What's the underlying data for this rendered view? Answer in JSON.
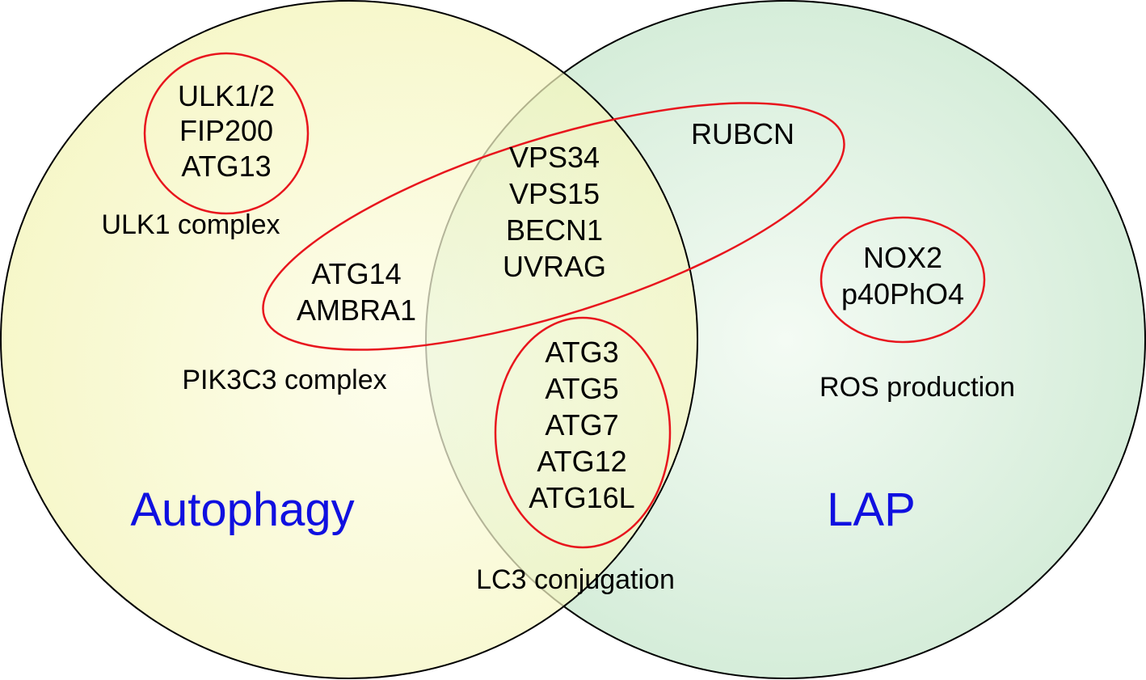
{
  "colors": {
    "autophagy_fill": "#f3f4b4",
    "lap_fill": "#cfead4",
    "circle_stroke": "#000000",
    "ring_stroke": "#e8151d",
    "title_color": "#1010e0",
    "text_color": "#000000"
  },
  "sets": {
    "autophagy": "Autophagy",
    "lap": "LAP"
  },
  "groups": {
    "ulk1": {
      "label": "ULK1 complex",
      "items": [
        "ULK1/2",
        "FIP200",
        "ATG13"
      ]
    },
    "pik3c3": {
      "label": "PIK3C3 complex",
      "items": [
        "ATG14",
        "AMBRA1"
      ]
    },
    "shared_pik3c3": {
      "items": [
        "VPS34",
        "VPS15",
        "BECN1",
        "UVRAG"
      ]
    },
    "rubcn": {
      "items": [
        "RUBCN"
      ]
    },
    "lc3": {
      "label": "LC3 conjugation",
      "items": [
        "ATG3",
        "ATG5",
        "ATG7",
        "ATG12",
        "ATG16L"
      ]
    },
    "ros": {
      "label": "ROS production",
      "items": [
        "NOX2",
        "p40PhO4"
      ]
    }
  }
}
